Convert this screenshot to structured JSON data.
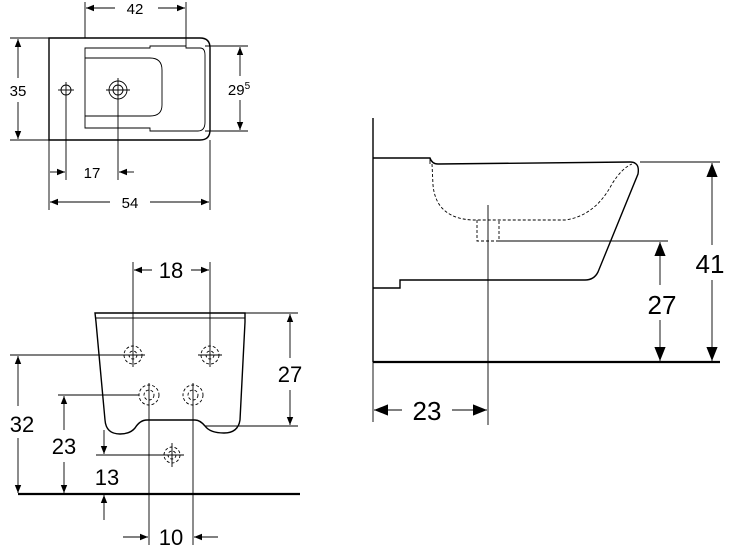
{
  "top_view": {
    "width_label": "42",
    "height_label": "35",
    "depth_label": "29",
    "depth_sup": "5",
    "offset_label": "17",
    "length_label": "54"
  },
  "front_view": {
    "spacing_top_label": "18",
    "height_27_label": "27",
    "height_32_label": "32",
    "height_23_label": "23",
    "height_13_label": "13",
    "spacing_bottom_label": "10"
  },
  "side_view": {
    "height_41_label": "41",
    "height_27_label": "27",
    "offset_23_label": "23"
  }
}
